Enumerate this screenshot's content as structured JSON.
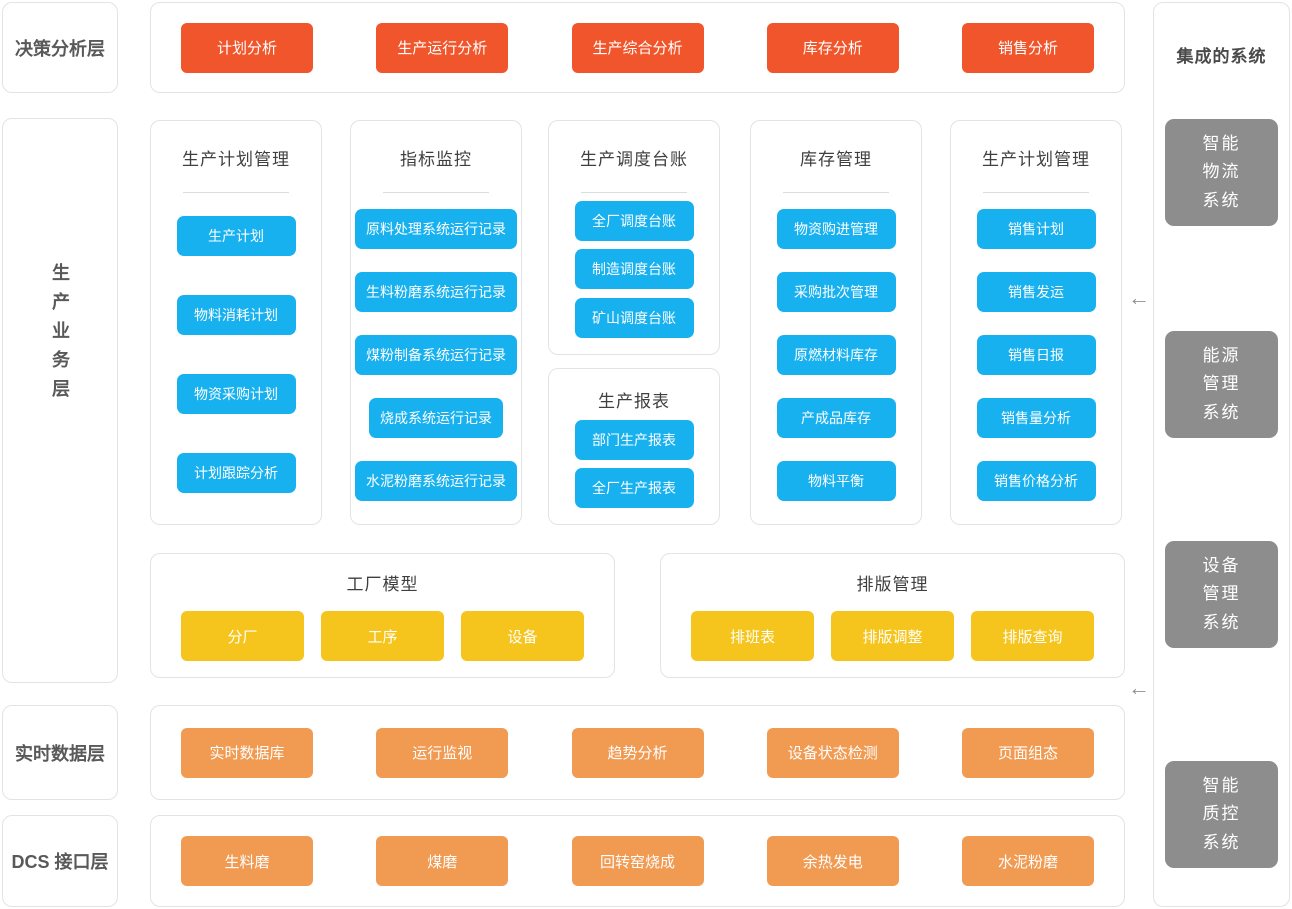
{
  "colors": {
    "decision_button": "#F0552B",
    "module_button": "#18B1F0",
    "model_button": "#F5C51D",
    "io_button": "#F19A52",
    "system_box": "#8D8D8D"
  },
  "decision_layer": {
    "label": "决策分析层",
    "buttons": [
      "计划分析",
      "生产运行分析",
      "生产综合分析",
      "库存分析",
      "销售分析"
    ]
  },
  "business_layer": {
    "label": "生产业务层",
    "cards": [
      {
        "title": "生产计划管理",
        "buttons": [
          "生产计划",
          "物料消耗计划",
          "物资采购计划",
          "计划跟踪分析"
        ]
      },
      {
        "title": "指标监控",
        "buttons": [
          "原料处理系统运行记录",
          "生料粉磨系统运行记录",
          "煤粉制备系统运行记录",
          "烧成系统运行记录",
          "水泥粉磨系统运行记录"
        ]
      },
      {
        "title": "生产调度台账",
        "buttons": [
          "全厂调度台账",
          "制造调度台账",
          "矿山调度台账"
        ]
      },
      {
        "title": "生产报表",
        "buttons": [
          "部门生产报表",
          "全厂生产报表"
        ]
      },
      {
        "title": "库存管理",
        "buttons": [
          "物资购进管理",
          "采购批次管理",
          "原燃材料库存",
          "产成品库存",
          "物料平衡"
        ]
      },
      {
        "title": "生产计划管理",
        "buttons": [
          "销售计划",
          "销售发运",
          "销售日报",
          "销售量分析",
          "销售价格分析"
        ]
      }
    ],
    "model_cards": [
      {
        "title": "工厂模型",
        "buttons": [
          "分厂",
          "工序",
          "设备"
        ]
      },
      {
        "title": "排版管理",
        "buttons": [
          "排班表",
          "排版调整",
          "排版查询"
        ]
      }
    ]
  },
  "realtime_layer": {
    "label": "实时数据层",
    "buttons": [
      "实时数据库",
      "运行监视",
      "趋势分析",
      "设备状态检测",
      "页面组态"
    ]
  },
  "dcs_layer": {
    "label": "DCS 接口层",
    "buttons": [
      "生料磨",
      "煤磨",
      "回转窑烧成",
      "余热发电",
      "水泥粉磨"
    ]
  },
  "integrated_systems": {
    "title": "集成的系统",
    "systems": [
      "智能物流系统",
      "能源管理系统",
      "设备管理系统",
      "智能质控系统"
    ],
    "arrow_glyph": "←"
  }
}
